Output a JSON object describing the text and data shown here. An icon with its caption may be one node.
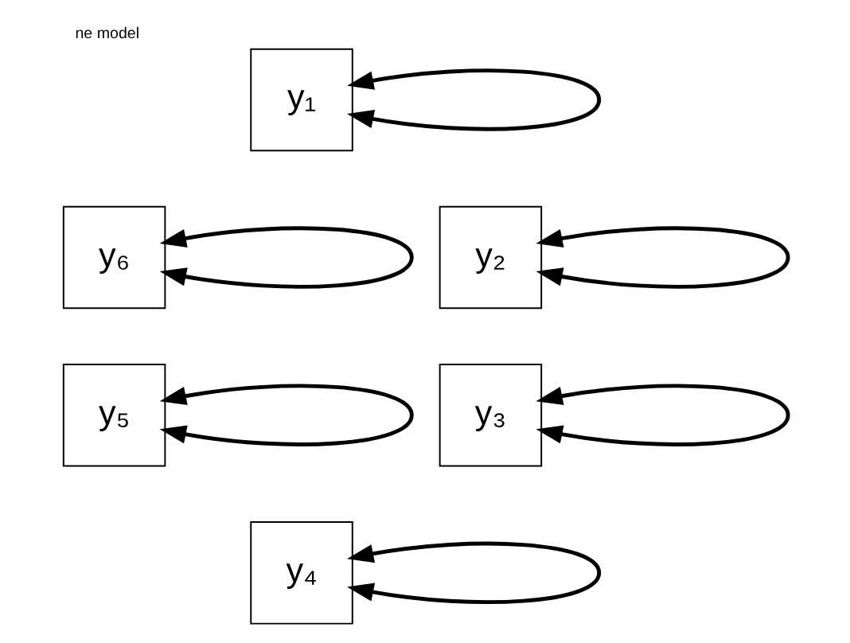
{
  "diagram": {
    "title": "ne model",
    "nodes": [
      {
        "text": [
          "y₁"
        ]
      },
      {
        "text": [
          "y₂"
        ]
      },
      {
        "text": [
          "y₃"
        ]
      },
      {
        "text": [
          "y₄"
        ]
      },
      {
        "text": [
          "y₅"
        ]
      },
      {
        "text": [
          "y₆"
        ]
      }
    ],
    "edges": [
      {
        "from": 0,
        "to": 0,
        "arrow": "both"
      },
      {
        "from": 1,
        "to": 1,
        "arrow": "both"
      },
      {
        "from": 2,
        "to": 2,
        "arrow": "both"
      },
      {
        "from": 3,
        "to": 3,
        "arrow": "both"
      },
      {
        "from": 4,
        "to": 4,
        "arrow": "both"
      },
      {
        "from": 5,
        "to": 5,
        "arrow": "both"
      }
    ]
  }
}
